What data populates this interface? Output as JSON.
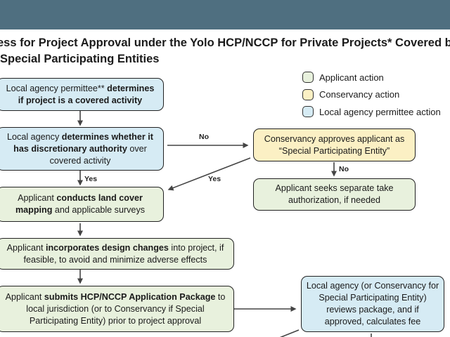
{
  "colors": {
    "banner": "#4f6f80",
    "applicant": "#e8f1dd",
    "conservancy": "#fbf0c4",
    "local_agency": "#d6ebf4",
    "stroke": "#222222"
  },
  "title": {
    "line1": "ess for Project Approval under the Yolo HCP/NCCP for Private Projects* Covered by",
    "line2": "Special Participating Entities"
  },
  "legend": [
    {
      "label": "Applicant action",
      "color": "#e8f1dd"
    },
    {
      "label": "Conservancy action",
      "color": "#fbf0c4"
    },
    {
      "label": "Local agency permittee action",
      "color": "#d6ebf4"
    }
  ],
  "boxes": {
    "b1": {
      "pre": "Local agency permittee** ",
      "bold1": "determines",
      "br": "",
      "bold2": "if project is a covered activity",
      "post": ""
    },
    "b2": {
      "pre": "Local agency ",
      "bold1": "determines whether it has discretionary authority",
      "post": " over covered activity"
    },
    "b3": {
      "text": "Conservancy approves applicant as “Special Participating Entity”"
    },
    "b4": {
      "text": "Applicant seeks separate take authorization, if needed"
    },
    "b5": {
      "pre": "Applicant ",
      "bold1": "conducts land cover mapping",
      "post": " and applicable surveys"
    },
    "b6": {
      "pre": "Applicant ",
      "bold1": "incorporates design changes",
      "post": " into project, if feasible, to avoid and minimize adverse effects"
    },
    "b7": {
      "pre": "Applicant ",
      "bold1": "submits HCP/NCCP Application Package",
      "post": " to local jurisdiction (or to Conservancy if Special Participating Entity) prior to project approval"
    },
    "b8": {
      "text": "Local agency (or Conservancy for Special Participating Entity) reviews package, and if approved, calculates fee"
    }
  },
  "edge_labels": {
    "no_right": "No",
    "no_down": "No",
    "yes_down": "Yes",
    "yes_diag": "Yes"
  }
}
